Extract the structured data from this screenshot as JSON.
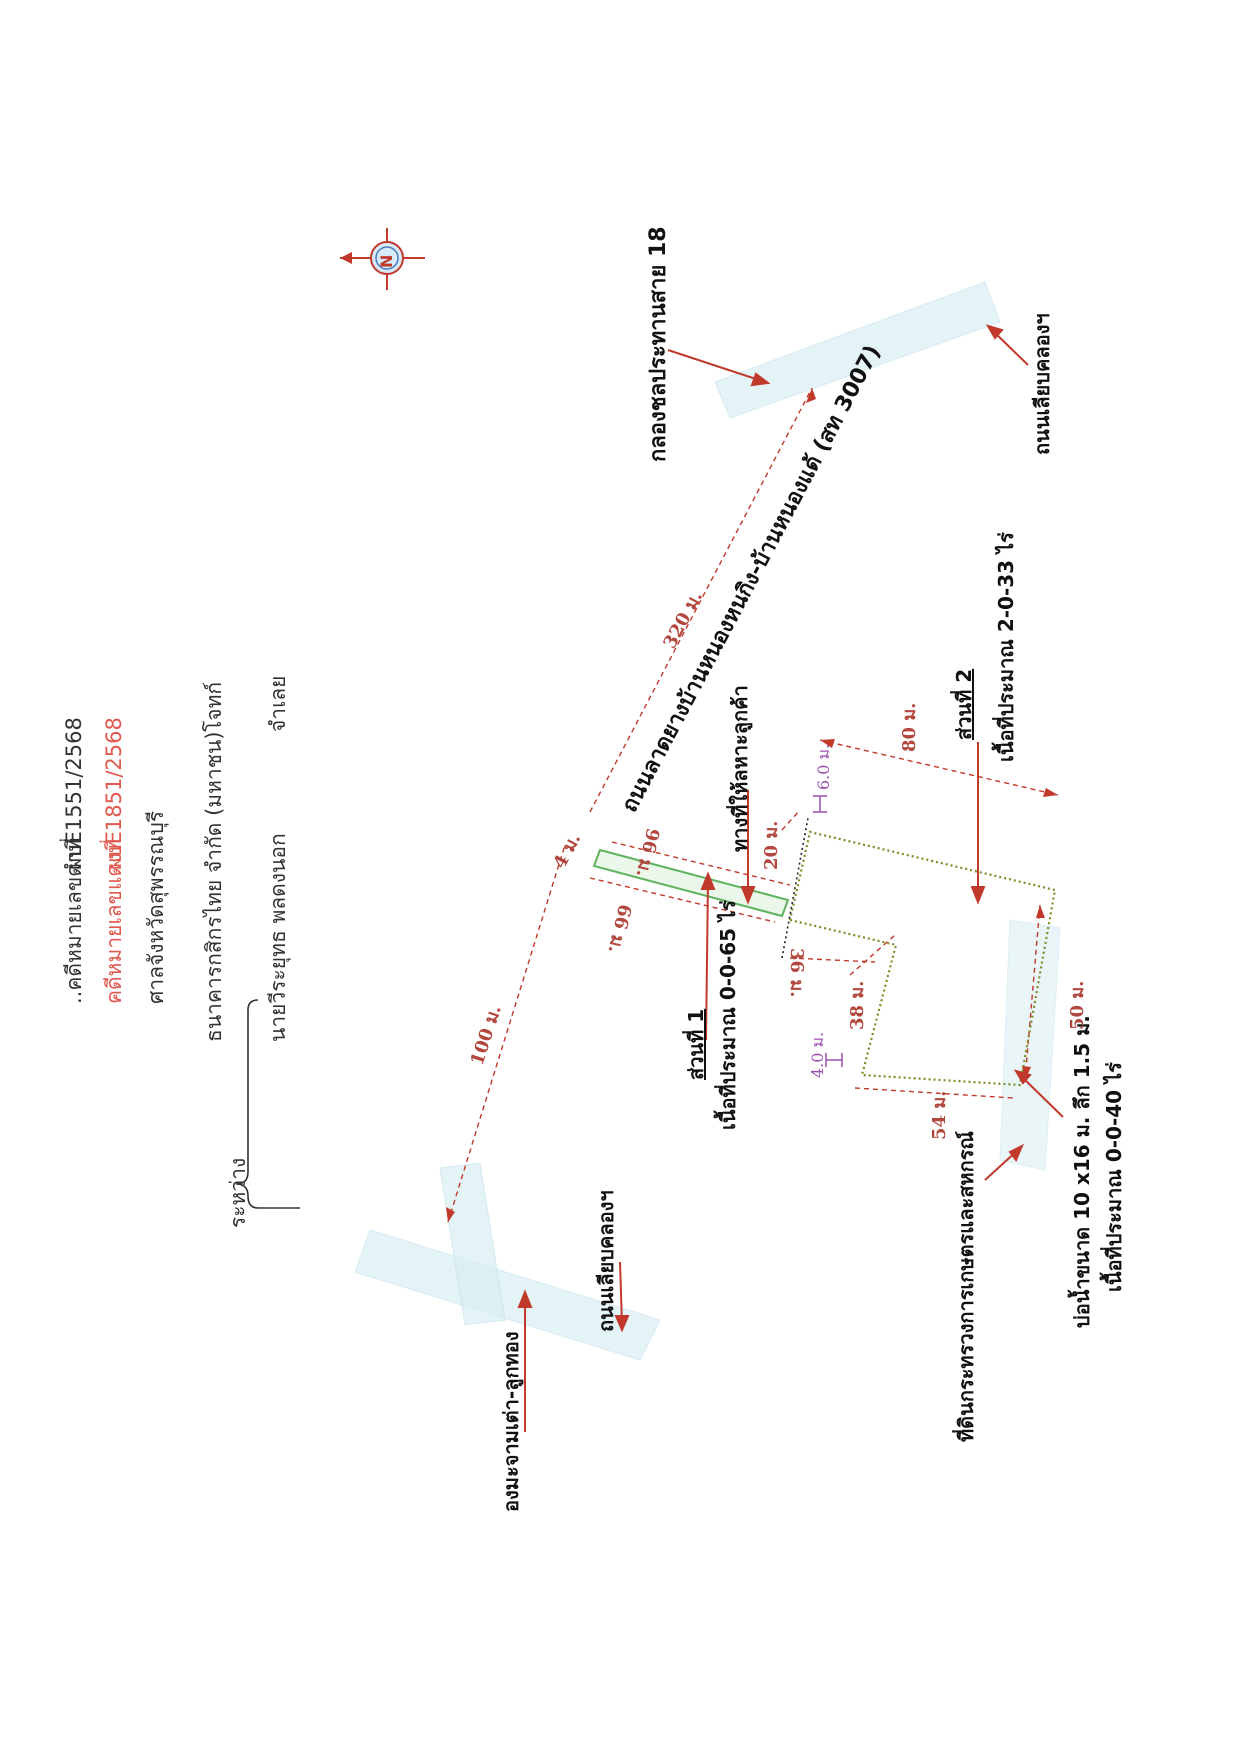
{
  "header": {
    "black_case_prefix": "..คดีหมายเลขดำที่",
    "black_case_no": "ผบE1551/2568",
    "red_case_prefix": "คดีหมายเลขแดงที่",
    "red_case_no": "ผบE1851/2568",
    "court": "ศาลจังหวัดสุพรรณบุรี",
    "between_label": "ระหว่าง",
    "plaintiff": "ธนาคารกสิกรไทย จำกัด (มหาชน)",
    "plaintiff_role": "โจทก์",
    "defendant": "นายวีระยุทธ พลดงนอก",
    "defendant_role": "จำเลย"
  },
  "map": {
    "colors": {
      "road": "#cfe9ef",
      "dim_line": "#c0392b",
      "arrow": "#c0392b",
      "plot_green": "#6fbf73",
      "plot_olive": "#8a8f2a",
      "purple": "#9a4fb0"
    },
    "labels": {
      "canal_road": "กลองชลประทานสาย 18",
      "main_road": "ถนนลาดยางบ้านหนองหนกิง-บ้านหนองแด้ (สท 3007)",
      "canal_bank_road_right": "ถนนเลียบคลองฯ",
      "canal_bank_road_left": "ถนนเลียบคลองฯ",
      "left_place": "องมะจามเต่า-ลูกทอง",
      "access_way": "ทางที่ให้ลหาะลูกค้า",
      "part1_title": "ส่วนที่ 1",
      "part1_area": "เนื้อที่ประมาณ 0-0-65 ไร่",
      "part2_title": "ส่วนที่ 2",
      "part2_area": "เนื้อที่ประมาณ 2-0-33 ไร่",
      "ministry_land": "ที่ดินกระทรวงการเกษตรและสหกรณ์",
      "pond_size": "บ่อน้ำขนาด 10 x16 ม. ลึก 1.5 ม.",
      "pond_area": "เนื้อที่ประมาณ 0-0-40 ไร่",
      "north": "N"
    },
    "dimensions": {
      "d_320": "320 ม.",
      "d_100": "100 ม.",
      "d_4": "4 ม.",
      "d_96": "96 ม.",
      "d_66": "66 ม.",
      "d_20": "20 ม.",
      "d_36": "36 ม.",
      "d_38": "38 ม.",
      "d_4_0": "4.0 ม.",
      "d_6_0": "6.0 ม.",
      "d_80": "80 ม.",
      "d_50": "50 ม.",
      "d_54": "54 ม."
    }
  }
}
